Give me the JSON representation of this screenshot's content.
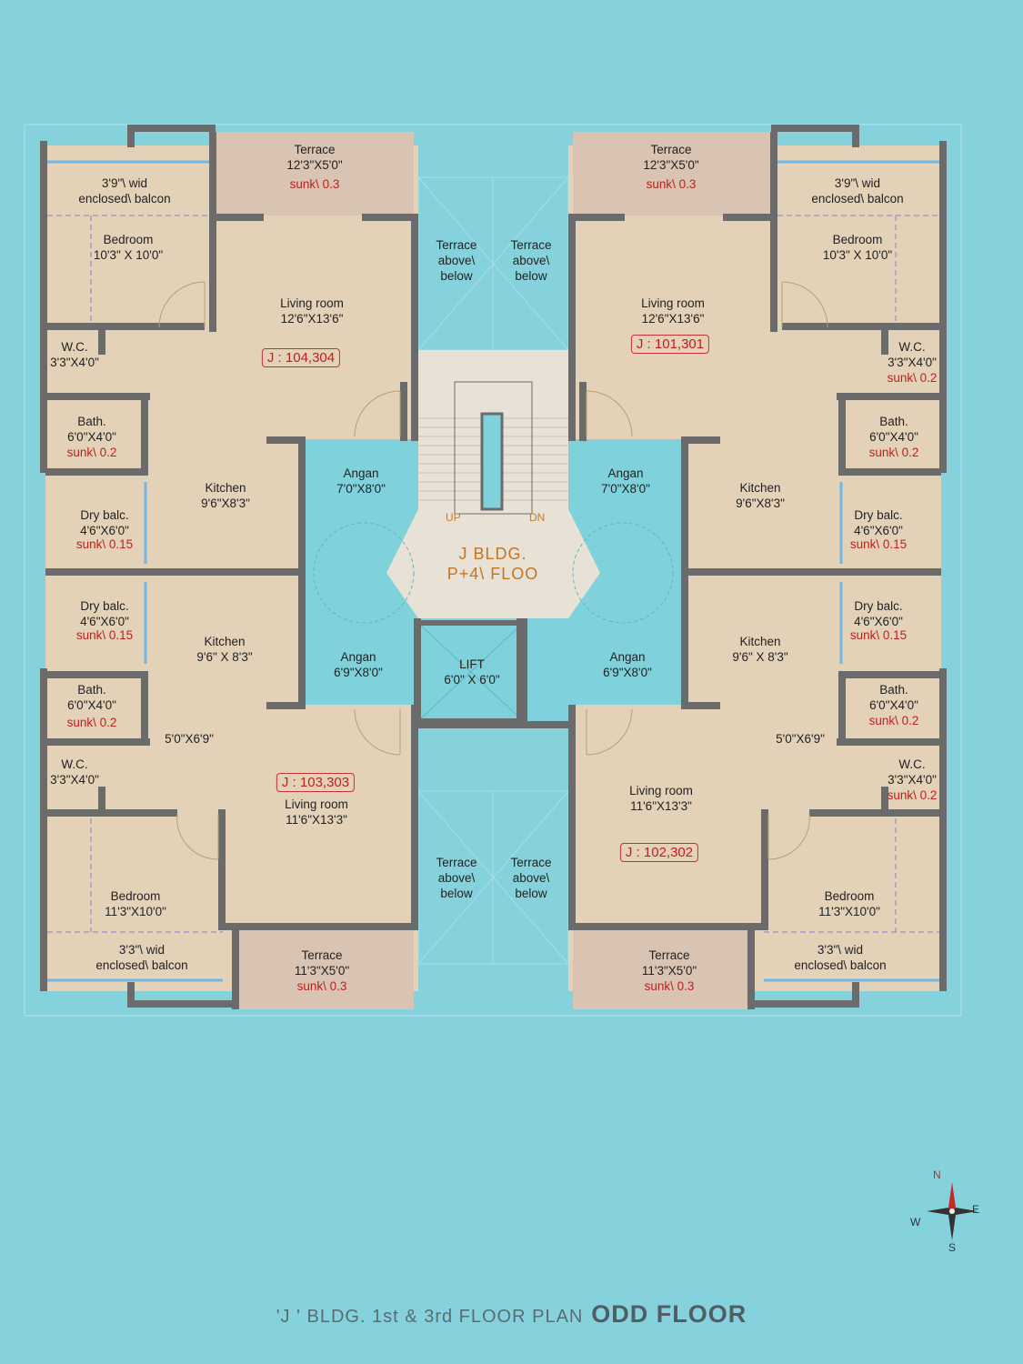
{
  "core": {
    "title": "J  BLDG.",
    "subtitle": "P+4\\ FLOO",
    "up": "UP",
    "down": "DN",
    "lift_label": "LIFT",
    "lift_dim": "6'0\" X 6'0\""
  },
  "anganTL": {
    "name": "Angan",
    "dim": "7'0\"X8'0\""
  },
  "anganTR": {
    "name": "Angan",
    "dim": "7'0\"X8'0\""
  },
  "anganBL": {
    "name": "Angan",
    "dim": "6'9\"X8'0\""
  },
  "anganBR": {
    "name": "Angan",
    "dim": "6'9\"X8'0\""
  },
  "terrace_ab": {
    "l1": "Terrace",
    "l2": "above\\",
    "l3": "below"
  },
  "units": {
    "u104": "J : 104,304",
    "u101": "J : 101,301",
    "u103": "J : 103,303",
    "u102": "J : 102,302"
  },
  "rooms": {
    "top": {
      "terrace": {
        "name": "Terrace",
        "dim": "12'3\"X5'0\"",
        "sunk": "sunk\\ 0.3"
      },
      "enclosed": {
        "l1": "3'9\"\\ wid",
        "l2": "enclosed\\ balcon"
      },
      "bedroom": {
        "name": "Bedroom",
        "dim": "10'3\" X 10'0\""
      },
      "living": {
        "name": "Living room",
        "dim": "12'6\"X13'6\""
      },
      "wc": {
        "name": "W.C.",
        "dim": "3'3\"X4'0\""
      },
      "wc_sunk": "sunk\\ 0.2",
      "bath": {
        "name": "Bath.",
        "dim": "6'0\"X4'0\"",
        "sunk": "sunk\\ 0.2"
      },
      "kitchen": {
        "name": "Kitchen",
        "dim": "9'6\"X8'3\""
      },
      "dry": {
        "name": "Dry balc.",
        "dim": "4'6\"X6'0\"",
        "sunk": "sunk\\ 0.15"
      }
    },
    "bottom": {
      "dry": {
        "name": "Dry balc.",
        "dim": "4'6\"X6'0\"",
        "sunk": "sunk\\ 0.15"
      },
      "kitchen": {
        "name": "Kitchen",
        "dim": "9'6\" X 8'3\""
      },
      "bath": {
        "name": "Bath.",
        "dim": "6'0\"X4'0\"",
        "sunk": "sunk\\ 0.2"
      },
      "passage": "5'0\"X6'9\"",
      "wc": {
        "name": "W.C.",
        "dim": "3'3\"X4'0\""
      },
      "wc_sunk": "sunk\\ 0.2",
      "living": {
        "name": "Living room",
        "dim": "11'6\"X13'3\""
      },
      "bedroom": {
        "name": "Bedroom",
        "dim": "11'3\"X10'0\""
      },
      "enclosed": {
        "l1": "3'3\"\\ wid",
        "l2": "enclosed\\ balcon"
      },
      "terrace": {
        "name": "Terrace",
        "dim": "11'3\"X5'0\"",
        "sunk": "sunk\\ 0.3"
      }
    }
  },
  "compass": {
    "n": "N",
    "e": "E",
    "s": "S",
    "w": "W"
  },
  "caption": {
    "main": "'J ' BLDG. 1st & 3rd FLOOR PLAN",
    "tag": "ODD FLOOR"
  },
  "colors": {
    "background": "#86d2dc",
    "floor": "#e3d2b8",
    "terrace": "#d9c3b2",
    "wall": "#6b6b6b",
    "angan": "#7fd2dc",
    "core": "#e8e2d6",
    "unit_tag": "#c41e1e"
  }
}
